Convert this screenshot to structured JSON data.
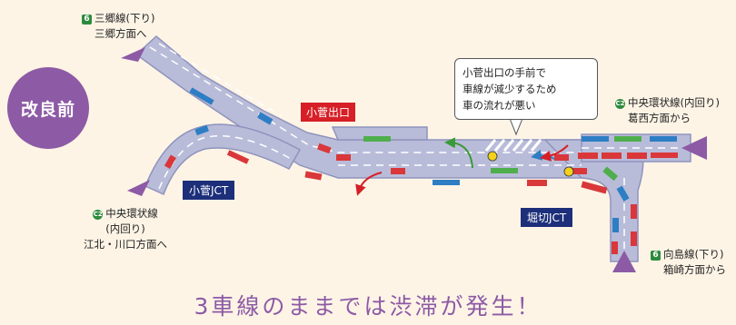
{
  "status_label": "改良前",
  "headline": "3車線のままでは渋滞が発生！",
  "callout": "小菅出口の手前で\n車線が減少するため\n車の流れが悪い",
  "exit_tag": "小菅出口",
  "junctions": {
    "kosuge": "小菅JCT",
    "horikiri": "堀切JCT"
  },
  "destinations": {
    "misato": {
      "route_no": "6",
      "route": "三郷線(下り)",
      "dir": "三郷方面へ"
    },
    "central_out": {
      "route_no": "C2",
      "route": "中央環状線",
      "sub": "(内回り)",
      "dir": "江北・川口方面へ"
    },
    "central_in": {
      "route_no": "C2",
      "route": "中央環状線(内回り)",
      "dir": "葛西方面から"
    },
    "mukojima": {
      "route_no": "6",
      "route": "向島線(下り)",
      "dir": "箱崎方面から"
    }
  },
  "colors": {
    "accent": "#8d5aa5",
    "road": "#b9bcd9",
    "lane_line": "#ffffff",
    "exit_red": "#d61f26",
    "jct_navy": "#1d2f7a",
    "car_red": "#d9373a",
    "car_blue": "#2d7ec4",
    "car_green": "#4fae4c",
    "bg": "#fdf4e6"
  }
}
